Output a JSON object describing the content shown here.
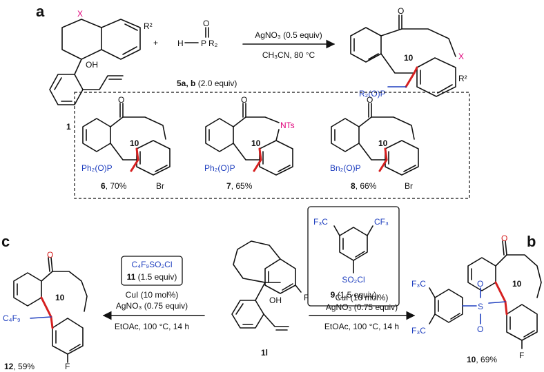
{
  "panel_labels": {
    "a": "a",
    "b": "b",
    "c": "c"
  },
  "panel_a": {
    "reactant_label": "1",
    "plus": "+",
    "reagent_label": "5a, b",
    "reagent_equiv": "(2.0 equiv)",
    "cond_top": "AgNO₃ (0.5 equiv)",
    "cond_bottom": "CH₃CN, 80 °C",
    "atom_x": "X",
    "atom_r2": "R²",
    "atom_oh": "OH",
    "atom_h": "H",
    "atom_p": "P",
    "atom_o": "O",
    "atom_r2_p": "R₂",
    "product_ring": "10",
    "product_rop": "R₂(O)P",
    "product_r2": "R²",
    "product_x": "X",
    "examples": [
      {
        "ring": "10",
        "group": "Ph₂(O)P",
        "label": "6",
        "yield": ", 70%",
        "sub": "Br"
      },
      {
        "ring": "10",
        "group": "Ph₂(O)P",
        "label": "7",
        "yield": ", 65%",
        "sub": "NTs"
      },
      {
        "ring": "10",
        "group": "Bn₂(O)P",
        "label": "8",
        "yield": ", 66%",
        "sub": "Br"
      }
    ]
  },
  "panel_c": {
    "reagent_box": "C₄F₉SO₂Cl",
    "reagent_label": "11",
    "reagent_equiv": " (1.5 equiv)",
    "cond1": "CuI (10 mol%)",
    "cond2": "AgNO₃ (0.75 equiv)",
    "cond3": "EtOAc, 100 °C, 14 h",
    "product_ring": "10",
    "product_group": "C₄F₉",
    "product_label": "12",
    "product_yield": ", 59%",
    "sub_f": "F"
  },
  "center": {
    "label": "1l",
    "oh": "OH",
    "f": "F"
  },
  "panel_b": {
    "reagent_cf3_left": "F₃C",
    "reagent_cf3_right": "CF₃",
    "reagent_so2cl": "SO₂Cl",
    "reagent_label": "9",
    "reagent_equiv": " (1.5 equiv)",
    "cond1": "CuI (10 mol%)",
    "cond2": "AgNO₃ (0.75 equiv)",
    "cond3": "EtOAc, 100 °C, 14 h",
    "product_ring": "10",
    "product_cf3_top": "F₃C",
    "product_cf3_bottom": "F₃C",
    "product_s": "S",
    "product_o1": "O",
    "product_o2": "O",
    "product_label": "10",
    "product_yield": ", 69%",
    "sub_f": "F"
  }
}
